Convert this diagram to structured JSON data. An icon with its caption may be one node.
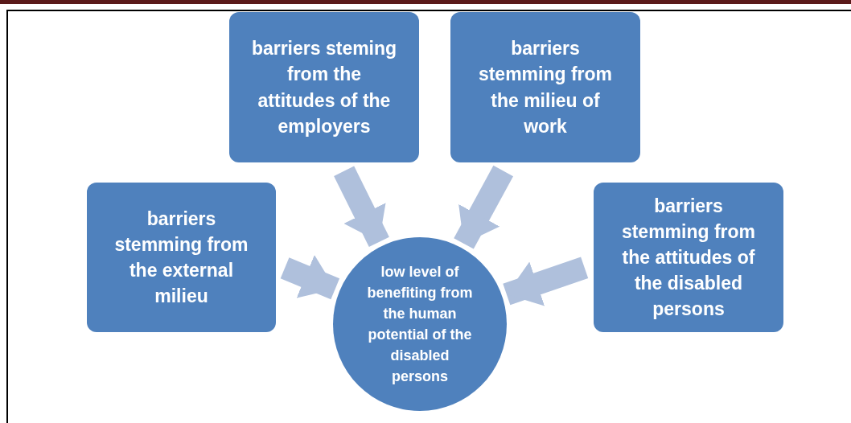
{
  "diagram": {
    "nodes": [
      {
        "text": [
          "barriers steming from the attitudes of the employers"
        ]
      },
      {
        "text": [
          "barriers stemming from the milieu of work"
        ]
      },
      {
        "text": [
          "barriers stemming from the external milieu"
        ]
      },
      {
        "text": [
          "barriers stemming from the attitudes of the disabled persons"
        ]
      },
      {
        "text": [
          "low level of benefiting from the human potential of the disabled persons"
        ]
      }
    ],
    "edges": [
      {
        "from": 0,
        "to": 4,
        "arrow": "to"
      },
      {
        "from": 1,
        "to": 4,
        "arrow": "to"
      },
      {
        "from": 2,
        "to": 4,
        "arrow": "to"
      },
      {
        "from": 3,
        "to": 4,
        "arrow": "to"
      }
    ]
  }
}
